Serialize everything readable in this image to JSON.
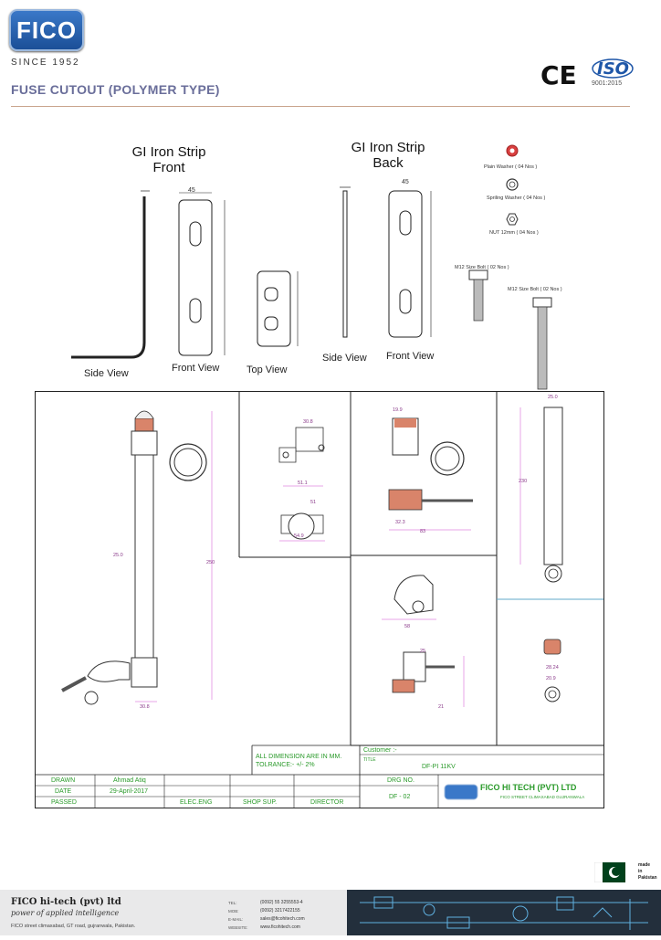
{
  "header": {
    "logo": "FICO",
    "since": "SINCE 1952",
    "title": "FUSE CUTOUT (POLYMER TYPE)",
    "ce_mark": "CE",
    "iso": "ISO",
    "iso_standard": "9001:2015"
  },
  "strip_front": {
    "title_line1": "GI Iron Strip",
    "title_line2": "Front",
    "side_view": "Side View",
    "front_view": "Front View",
    "top_view": "Top View",
    "width_dim": "45"
  },
  "strip_back": {
    "title_line1": "GI Iron Strip",
    "title_line2": "Back",
    "side_view": "Side View",
    "front_view": "Front View",
    "width_dim": "45"
  },
  "hardware": {
    "plain_washer": "Plain Washer ( 04 Nos )",
    "spring_washer": "Spriling Washer ( 04 Nos )",
    "nut": "NUT 12mm ( 04 Nos )",
    "bolt1": "M12 Size Bolt ( 02 Nos )",
    "bolt2": "M12 Size Bolt ( 02 Nos )"
  },
  "dims": {
    "tube_dia": "25.0",
    "total_len": "250",
    "base": "30.8",
    "clamp_dia": "51",
    "d1": "30.8",
    "d2": "51.1",
    "d3": "54.9",
    "d4": "19.9",
    "d5": "32.3",
    "d6": "83",
    "d7": "25.0",
    "d8": "230",
    "d9": "58",
    "d10": "25",
    "d11": "21",
    "d12": "28.24",
    "d13": "20.9"
  },
  "note": {
    "line1": "ALL DIMENSION ARE IN MM.",
    "line2": "TOLRANCE:- +/- 2%"
  },
  "title_block": {
    "customer_label": "Customer :-",
    "title_label": "TITLE",
    "title_value": "DF-PI 11KV",
    "drawn_label": "DRAWN",
    "drawn_value": "Ahmad Atiq",
    "date_label": "DATE",
    "date_value": "29-April-2017",
    "passed_label": "PASSED",
    "elec_eng": "ELEC.ENG",
    "shop_sup": "SHOP SUP.",
    "director": "DIRECTOR",
    "drg_no_label": "DRG NO.",
    "drg_no_value": "DF - 02",
    "company": "FICO HI TECH (PVT) LTD",
    "company_addr": "FICO STREET CLIMAXABAD GUJRANWALA"
  },
  "footer": {
    "company": "FICO hi-tech (pvt) ltd",
    "tagline": "power of applied intelligence",
    "address": "FICO street climaxabad, GT road, gujranwala, Pakistan.",
    "tel_label": "TEL:",
    "tel": "(0092) 55 3255553-4",
    "mob_label": "MOB:",
    "mob": "(0092) 3217422155",
    "email_label": "E-MAIL:",
    "email": "sales@ficohitech.com",
    "web_label": "WEBSITE:",
    "web": "www.ficohitech.com",
    "made1": "made",
    "made2": "in",
    "made3": "Pakistan"
  },
  "colors": {
    "title": "#6a6e9a",
    "rule": "#c9a58d",
    "footer_dark": "#232f3c",
    "dim_magenta": "#d04ad0",
    "dim_green": "#2a9a2a"
  }
}
